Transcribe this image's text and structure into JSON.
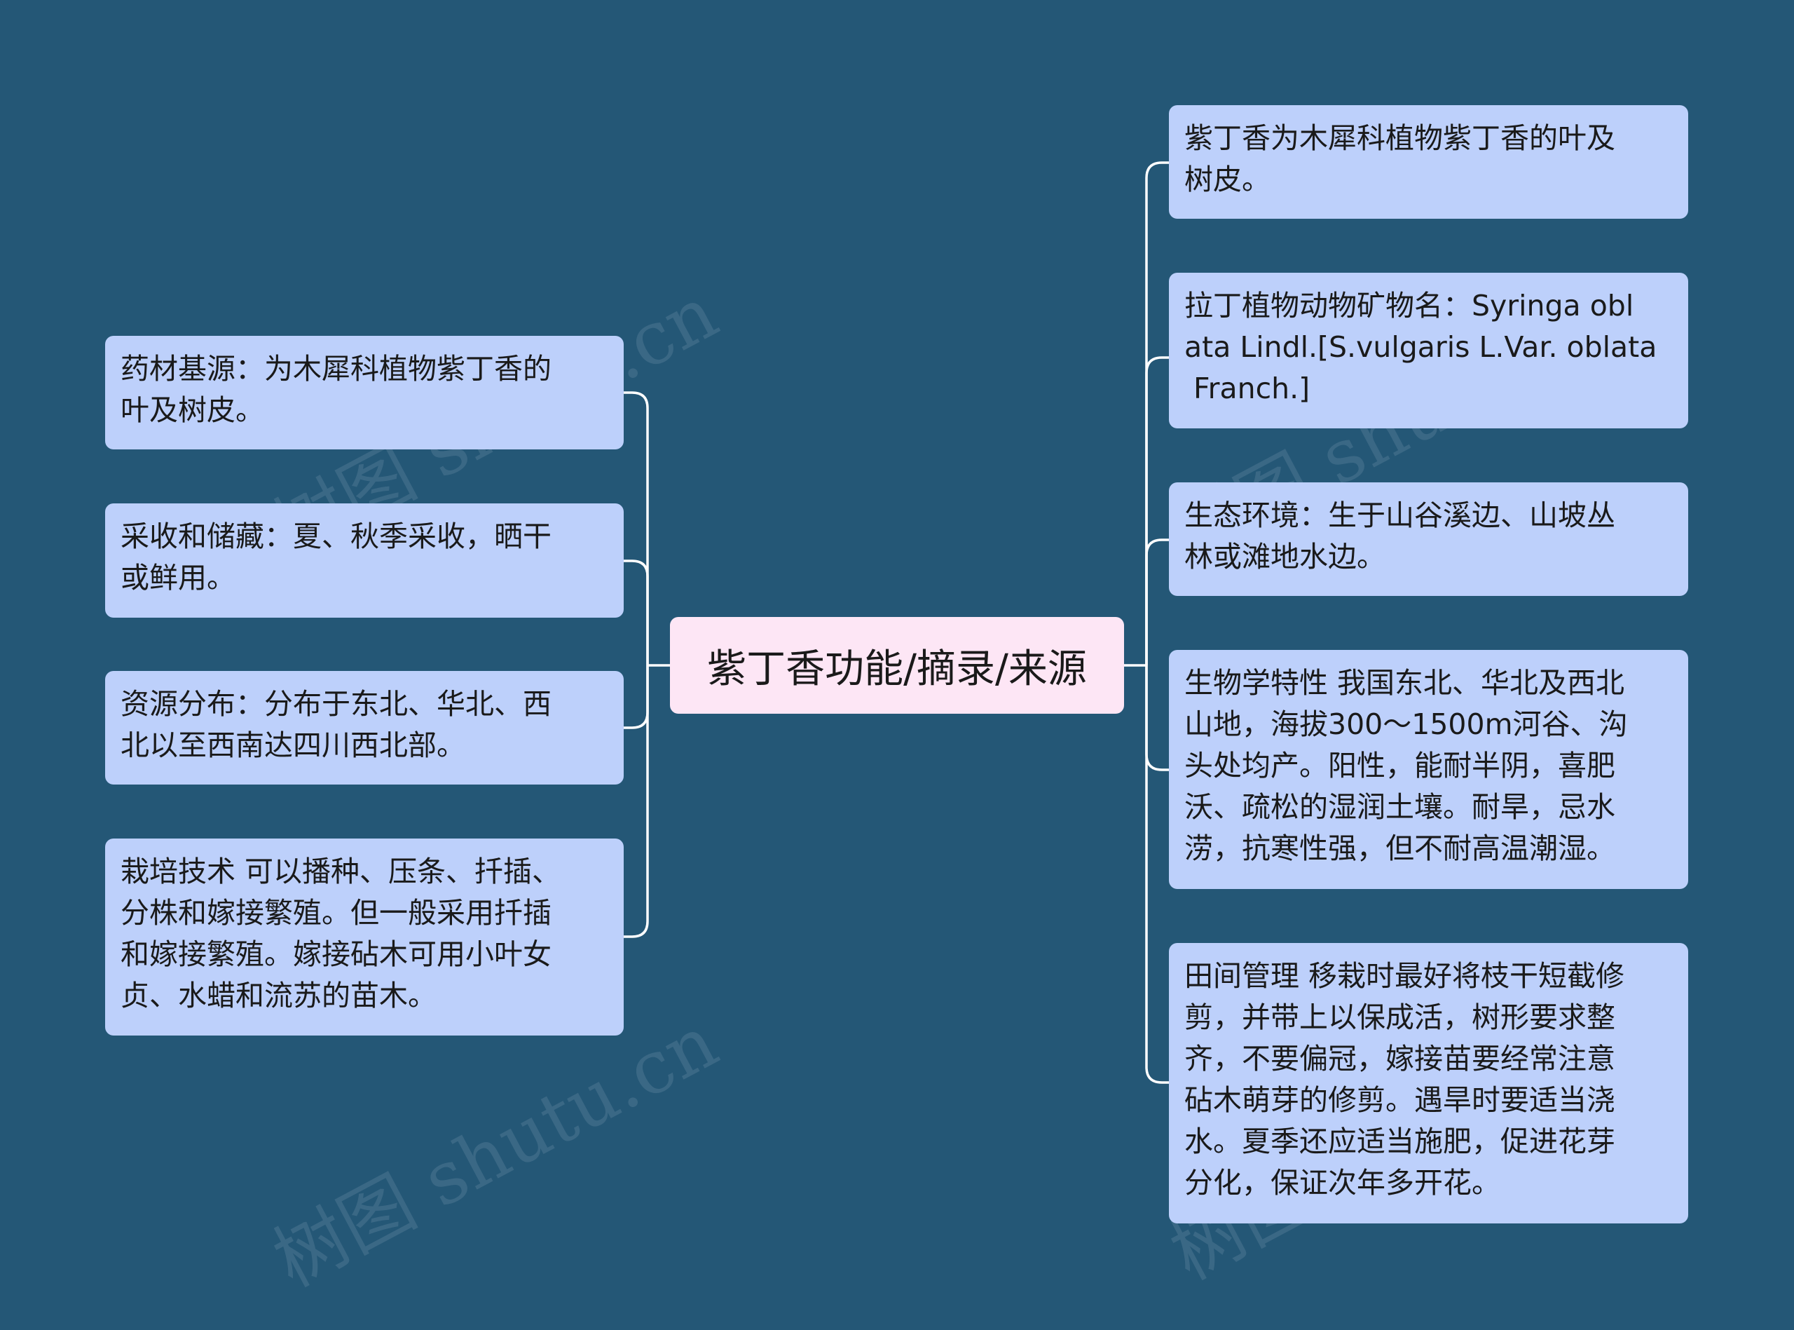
{
  "root": {
    "label": "紫丁香功能/摘录/来源"
  },
  "left_nodes": [
    {
      "text": "药材基源：为木犀科植物紫丁香的\n叶及树皮。"
    },
    {
      "text": "采收和储藏：夏、秋季采收，晒干\n或鲜用。"
    },
    {
      "text": "资源分布：分布于东北、华北、西\n北以至西南达四川西北部。"
    },
    {
      "text": "栽培技术 可以播种、压条、扦插、\n分株和嫁接繁殖。但一般采用扦插\n和嫁接繁殖。嫁接砧木可用小叶女\n贞、水蜡和流苏的苗木。"
    }
  ],
  "right_nodes": [
    {
      "text": "紫丁香为木犀科植物紫丁香的叶及\n树皮。"
    },
    {
      "text": "拉丁植物动物矿物名：Syringa obl\nata Lindl.[S.vulgaris L.Var. oblata\n Franch.]"
    },
    {
      "text": "生态环境：生于山谷溪边、山坡丛\n林或滩地水边。"
    },
    {
      "text": "生物学特性 我国东北、华北及西北\n山地，海拔300～1500m河谷、沟\n头处均产。阳性，能耐半阴，喜肥\n沃、疏松的湿润土壤。耐旱，忌水\n涝，抗寒性强，但不耐高温潮湿。"
    },
    {
      "text": "田间管理 移栽时最好将枝干短截修\n剪，并带上以保成活，树形要求整\n齐，不要偏冠，嫁接苗要经常注意\n砧木萌芽的修剪。遇旱时要适当浇\n水。夏季还应适当施肥，促进花芽\n分化，保证次年多开花。"
    }
  ],
  "watermark": "树图 shutu.cn",
  "colors": {
    "background": "#245776",
    "node_fill": "#bdd0fb",
    "root_fill": "#fde6f5",
    "connector": "#ffffff"
  }
}
